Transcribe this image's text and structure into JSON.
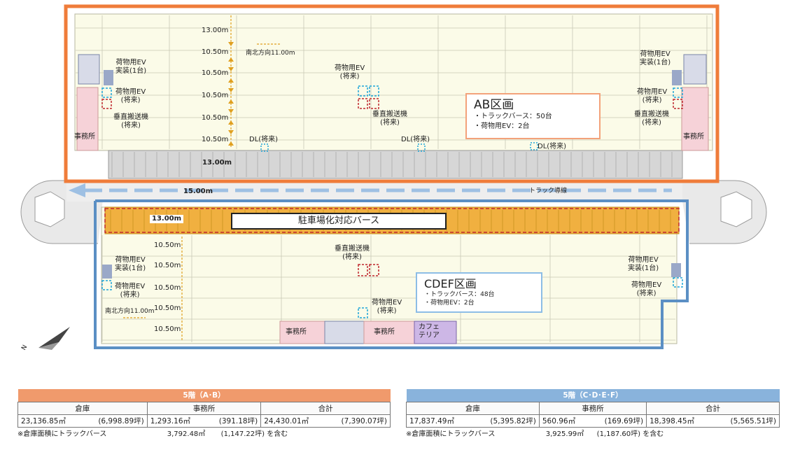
{
  "colors": {
    "ab_border": "#ef7c3a",
    "cdef_border": "#5b8fc4",
    "floor": "#fbfbe8",
    "truck_berth": "#d6d6d6",
    "parking_berth": "#f0b040",
    "office": "#f6d2d8",
    "cafe": "#cdb7e6",
    "ev_dash": "#1da5d8",
    "vertical_dash": "#c0282e",
    "ab_table_head": "#f09a6c",
    "cdef_table_head": "#89b3dc"
  },
  "ab": {
    "callout_title": "AB区画",
    "callout_line1": "・トラックバース：50台",
    "callout_line2": "・荷物用EV：2台",
    "office_left": "事務所",
    "office_right": "事務所",
    "ev_installed_l1": "荷物用EV",
    "ev_installed_l2": "実装(1台)",
    "ev_future_l1": "荷物用EV",
    "ev_future_l2": "(将来)",
    "vert_l1": "垂直搬送機",
    "vert_l2": "(将来)",
    "dl_future": "DL(将来)",
    "ev_future_center_l1": "荷物用EV",
    "ev_future_center_l2": "(将来)",
    "vert_center_l1": "垂直搬送機",
    "vert_center_l2": "(将来)",
    "dims": [
      "13.00m",
      "10.50m",
      "10.50m",
      "10.50m",
      "10.50m",
      "10.50m"
    ],
    "south_north_prefix": "南北方向",
    "south_north_value": "11.00m",
    "berth_depth": "13.00m"
  },
  "road": {
    "width": "15.00m",
    "truck_lane": "トラック導線"
  },
  "cdef": {
    "callout_title": "CDEF区画",
    "callout_line1": "・トラックバース：48台",
    "callout_line2": "・荷物用EV：2台",
    "parking_label": "駐車場化対応バース",
    "parking_depth": "13.00m",
    "office_1": "事務所",
    "office_2": "事務所",
    "cafe_l1": "カフェ",
    "cafe_l2": "テリア",
    "ev_installed_l1": "荷物用EV",
    "ev_installed_l2": "実装(1台)",
    "ev_future_l1": "荷物用EV",
    "ev_future_l2": "(将来)",
    "vert_l1": "垂直搬送機",
    "vert_l2": "(将来)",
    "dims": [
      "10.50m",
      "10.50m",
      "10.50m",
      "10.50m",
      "10.50m"
    ],
    "south_north_prefix": "南北方向",
    "south_north_value": "11.00m"
  },
  "compass": {
    "letter": "N"
  },
  "table_ab": {
    "title": "5階（A･B）",
    "headers": [
      "倉庫",
      "事務所",
      "合計"
    ],
    "warehouse_m2": "23,136.85㎡",
    "warehouse_tsubo": "(6,998.89坪)",
    "office_m2": "1,293.16㎡",
    "office_tsubo": "(391.18坪)",
    "total_m2": "24,430.01㎡",
    "total_tsubo": "(7,390.07坪)",
    "note_prefix": "※倉庫面積にトラックバース",
    "note_m2": "3,792.48㎡",
    "note_tsubo": "(1,147.22坪)",
    "note_suffix": "を含む"
  },
  "table_cdef": {
    "title": "5階（C･D･E･F）",
    "headers": [
      "倉庫",
      "事務所",
      "合計"
    ],
    "warehouse_m2": "17,837.49㎡",
    "warehouse_tsubo": "(5,395.82坪)",
    "office_m2": "560.96㎡",
    "office_tsubo": "(169.69坪)",
    "total_m2": "18,398.45㎡",
    "total_tsubo": "(5,565.51坪)",
    "note_prefix": "※倉庫面積にトラックバース",
    "note_m2": "3,925.99㎡",
    "note_tsubo": "(1,187.60坪)",
    "note_suffix": "を含む"
  }
}
